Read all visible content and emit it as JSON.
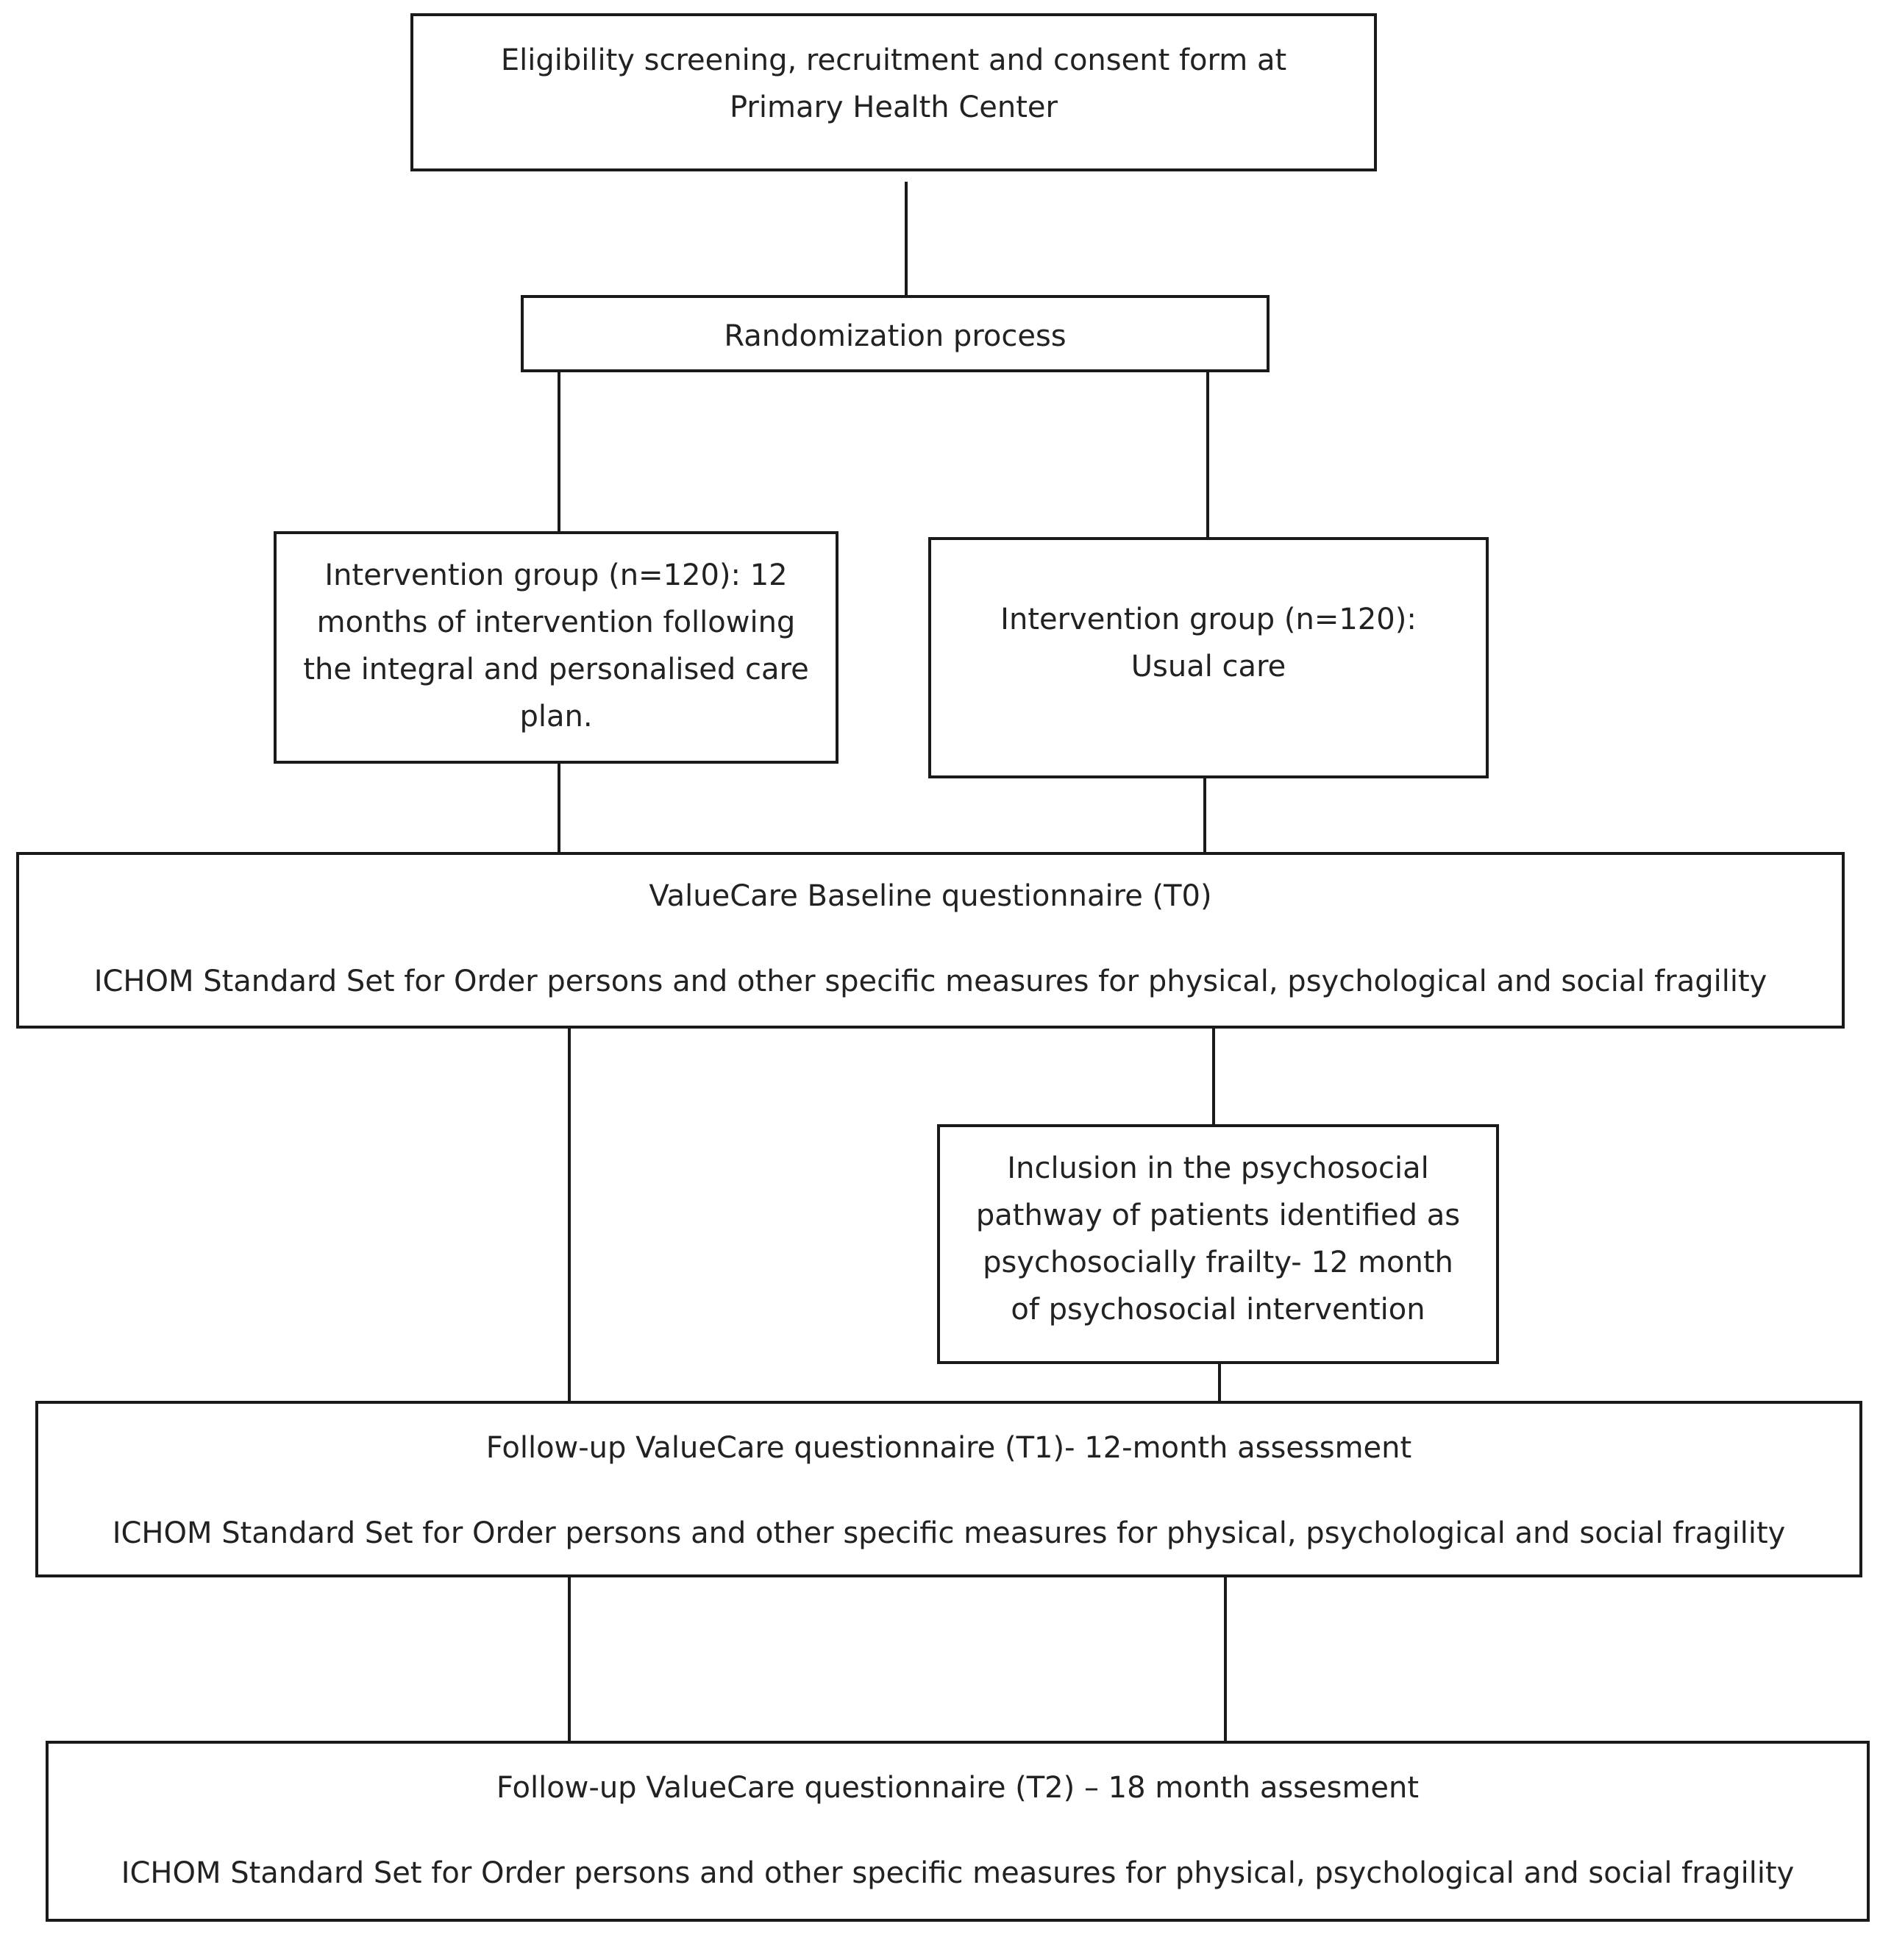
{
  "diagram": {
    "screening": {
      "text": "Eligibility screening, recruitment and consent form at Primary Health Center"
    },
    "randomization": {
      "text": "Randomization process"
    },
    "intervention_left": {
      "text": "Intervention group (n=120): 12 months of intervention following the integral and personalised care plan."
    },
    "intervention_right": {
      "text": "Intervention group (n=120): Usual care"
    },
    "baseline": {
      "title": "ValueCare Baseline questionnaire (T0)",
      "detail": "ICHOM Standard Set for Order persons and other specific measures for physical, psychological and social fragility"
    },
    "psychosocial": {
      "text": "Inclusion in the psychosocial pathway of patients identified as psychosocially frailty- 12 month of psychosocial intervention"
    },
    "followup_t1": {
      "title": "Follow-up ValueCare questionnaire (T1)- 12-month assessment",
      "detail": "ICHOM Standard Set for Order persons and other specific measures for physical, psychological and social fragility"
    },
    "followup_t2": {
      "title": "Follow-up ValueCare questionnaire (T2) – 18 month assesment",
      "detail": "ICHOM Standard Set for Order persons and other specific measures for physical, psychological and social fragility"
    }
  }
}
